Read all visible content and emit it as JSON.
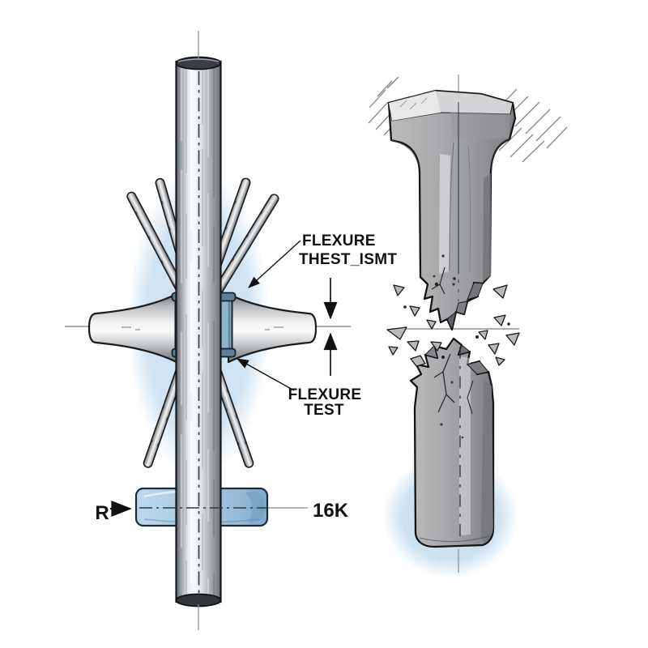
{
  "labels": {
    "top_note": {
      "line1": "FLEXURE",
      "line2": "THEST_ISMT"
    },
    "bottom_note": {
      "line1": "FLEXURE",
      "line2": "TEST"
    },
    "radius": "R",
    "dimension": "16K"
  },
  "colors": {
    "background": "#ffffff",
    "glow_blue": "#cfe3f2",
    "block_blue": "#a8cbe3",
    "collar_strip_blue": "#8fb3cc",
    "collar_cap_blue": "#5d8099",
    "metal_light": "#f3f4f4",
    "metal_dark": "#7b7d80",
    "outline_ink": "#141414",
    "centerline_gray": "#8f9396",
    "label_ink": "#111111"
  }
}
